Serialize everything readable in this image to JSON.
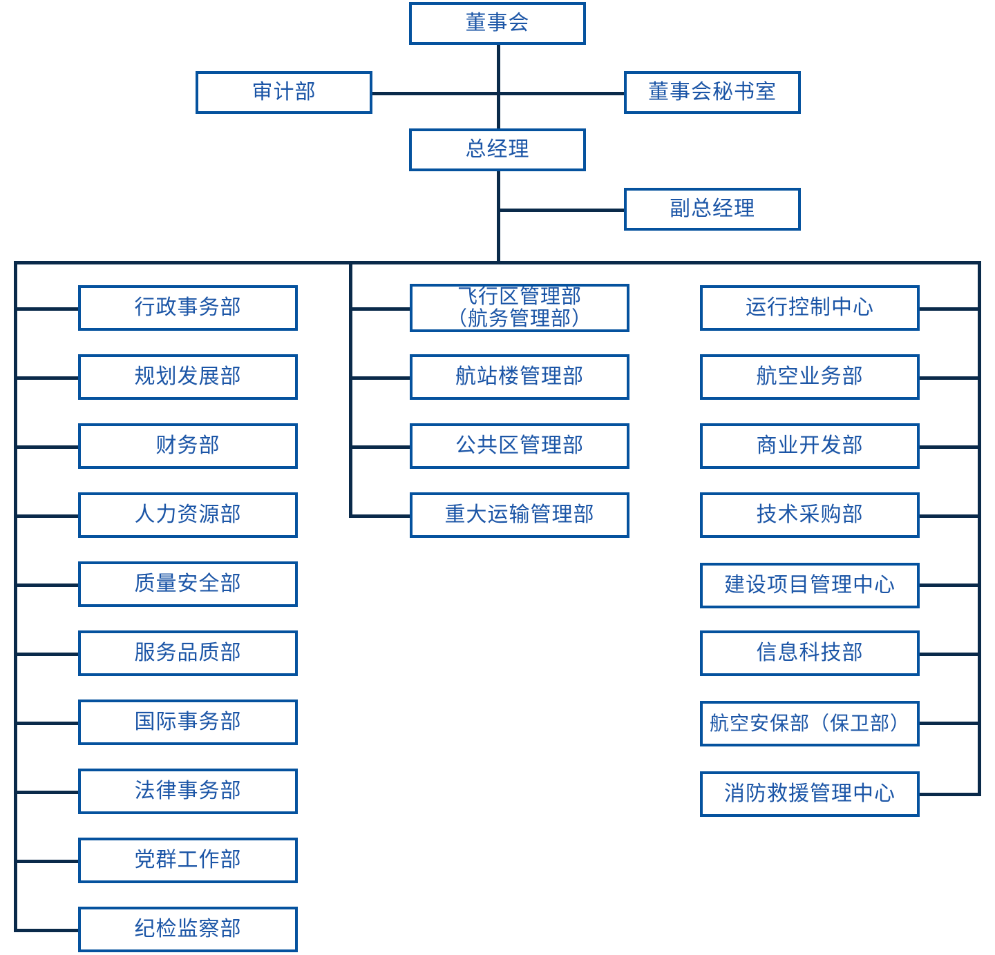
{
  "chart_title": "",
  "colors": {
    "box_border": "#05529E",
    "box_fill": "#FFFFFF",
    "text": "#1B55A6",
    "connector": "#0A2A4A"
  },
  "org_chart": {
    "type": "diagram",
    "levels": [
      {
        "level": 1,
        "nodes": [
          {
            "id": "board",
            "label": "董事会"
          }
        ]
      },
      {
        "level": 2,
        "nodes": [
          {
            "id": "audit",
            "label": "审计部"
          },
          {
            "id": "board-secretariat",
            "label": "董事会秘书室"
          }
        ]
      },
      {
        "level": 3,
        "nodes": [
          {
            "id": "general-manager",
            "label": "总经理"
          }
        ]
      },
      {
        "level": 4,
        "nodes": [
          {
            "id": "deputy-general-manager",
            "label": "副总经理"
          }
        ]
      }
    ],
    "columns": [
      {
        "id": "left-column",
        "items": [
          {
            "id": "admin-affairs",
            "label": "行政事务部"
          },
          {
            "id": "planning-development",
            "label": "规划发展部"
          },
          {
            "id": "finance",
            "label": "财务部"
          },
          {
            "id": "human-resources",
            "label": "人力资源部"
          },
          {
            "id": "quality-safety",
            "label": "质量安全部"
          },
          {
            "id": "service-quality",
            "label": "服务品质部"
          },
          {
            "id": "international-affairs",
            "label": "国际事务部"
          },
          {
            "id": "legal-affairs",
            "label": "法律事务部"
          },
          {
            "id": "party-mass-work",
            "label": "党群工作部"
          },
          {
            "id": "discipline-inspection",
            "label": "纪检监察部"
          }
        ]
      },
      {
        "id": "middle-column",
        "items": [
          {
            "id": "airfield-management",
            "label": "飞行区管理部\n（航务管理部）"
          },
          {
            "id": "terminal-management",
            "label": "航站楼管理部"
          },
          {
            "id": "public-area-management",
            "label": "公共区管理部"
          },
          {
            "id": "major-transport-management",
            "label": "重大运输管理部"
          }
        ]
      },
      {
        "id": "right-column",
        "items": [
          {
            "id": "operation-control-center",
            "label": "运行控制中心"
          },
          {
            "id": "aviation-business",
            "label": "航空业务部"
          },
          {
            "id": "commercial-development",
            "label": "商业开发部"
          },
          {
            "id": "technical-procurement",
            "label": "技术采购部"
          },
          {
            "id": "construction-project-management-center",
            "label": "建设项目管理中心"
          },
          {
            "id": "information-technology",
            "label": "信息科技部"
          },
          {
            "id": "aviation-security",
            "label": "航空安保部（保卫部）"
          },
          {
            "id": "fire-rescue-management-center",
            "label": "消防救援管理中心"
          }
        ]
      }
    ]
  }
}
